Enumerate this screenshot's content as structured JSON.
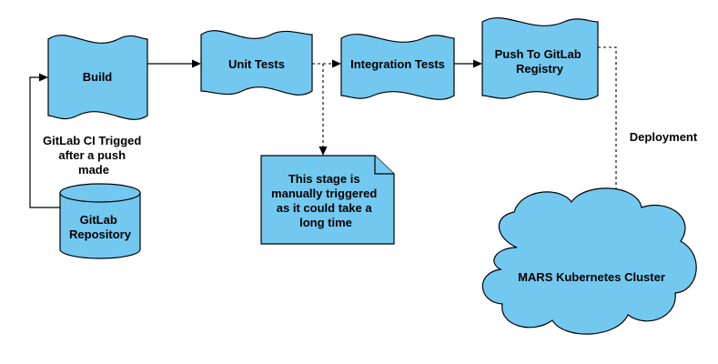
{
  "nodes": {
    "build": {
      "label": "Build"
    },
    "unit_tests": {
      "label": "Unit Tests"
    },
    "integration_tests": {
      "label": "Integration Tests"
    },
    "push_registry": {
      "lines": [
        "Push To GitLab",
        "Registry"
      ]
    },
    "gitlab_repository": {
      "lines": [
        "GitLab",
        "Repository"
      ]
    },
    "kubernetes_cluster": {
      "label": "MARS Kubernetes Cluster"
    },
    "manual_note": {
      "lines": [
        "This stage is",
        "manually triggered",
        "as it could take a",
        "long time"
      ]
    }
  },
  "edge_labels": {
    "trigger": [
      "GitLab CI Trigged",
      "after a push",
      "made"
    ],
    "deployment": "Deployment"
  },
  "colors": {
    "shape_fill": "#73c8ef",
    "stroke": "#000000",
    "background": "#ffffff"
  }
}
